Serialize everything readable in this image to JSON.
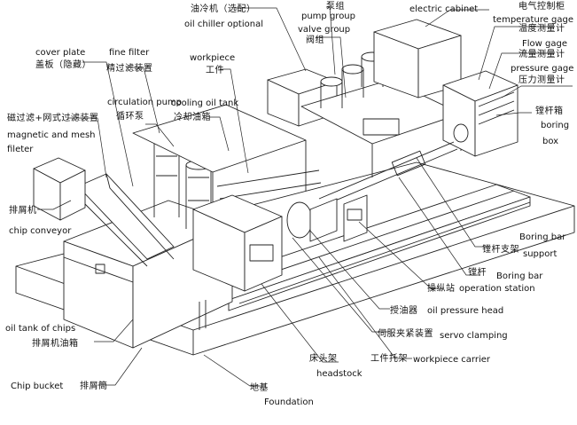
{
  "labels": {
    "oil_chiller_zh": "油冷机（选配）",
    "oil_chiller_en": "oil chiller optional",
    "pump_group_en": "pump group",
    "pump_group_zh": "泵组",
    "valve_group_en": "valve group",
    "valve_group_zh": "阀组",
    "electric_cabinet_en": "electric cabinet",
    "electric_cabinet_zh": "电气控制柜",
    "temperature_gage_en": "temperature gage",
    "temperature_gage_zh": "温度测量计",
    "flow_gage_en": "Flow gage",
    "flow_gage_zh": "流量测量计",
    "pressure_gage_en": "pressure gage",
    "pressure_gage_zh": "压力测量计",
    "cover_plate_en": "cover plate",
    "cover_plate_zh": "盖板（隐藏）",
    "fine_filter_en": "fine filter",
    "fine_filter_zh": "精过滤装置",
    "workpiece_en": "workpiece",
    "workpiece_zh": "工件",
    "circulation_pump_en": "circulation pump",
    "circulation_pump_zh": "循环泵",
    "cooling_oil_tank_en": "cooling oil tank",
    "cooling_oil_tank_zh": "冷却油箱",
    "magnetic_filter_zh": "磁过滤+网式过滤装置",
    "magnetic_filter_en1": "magnetic and mesh",
    "magnetic_filter_en2": "fileter",
    "boring_box_zh": "镗杆箱",
    "boring_box_en1": "boring",
    "boring_box_en2": "box",
    "chip_conveyor_zh": "排屑机",
    "chip_conveyor_en": "chip conveyor",
    "boring_bar_support_en1": "Boring bar",
    "boring_bar_support_zh": "镗杆支架",
    "boring_bar_support_en2": "support",
    "boring_bar_zh": "镗杆",
    "boring_bar_en": "Boring bar",
    "operation_station_zh": "操纵站",
    "operation_station_en": "operation station",
    "oil_pressure_head_zh": "授油器",
    "oil_pressure_head_en": "oil pressure head",
    "oil_tank_chips_en": "oil tank of chips",
    "oil_tank_chips_zh": "排屑机油箱",
    "servo_clamping_zh": "伺服夹紧装置",
    "servo_clamping_en": "servo clamping",
    "headstock_zh": "床头架",
    "headstock_en": "headstock",
    "workpiece_carrier_zh": "工件托架",
    "workpiece_carrier_en": "workpiece carrier",
    "chip_bucket_en": "Chip bucket",
    "chip_bucket_zh": "排屑筒",
    "foundation_zh": "地基",
    "foundation_en": "Foundation"
  }
}
